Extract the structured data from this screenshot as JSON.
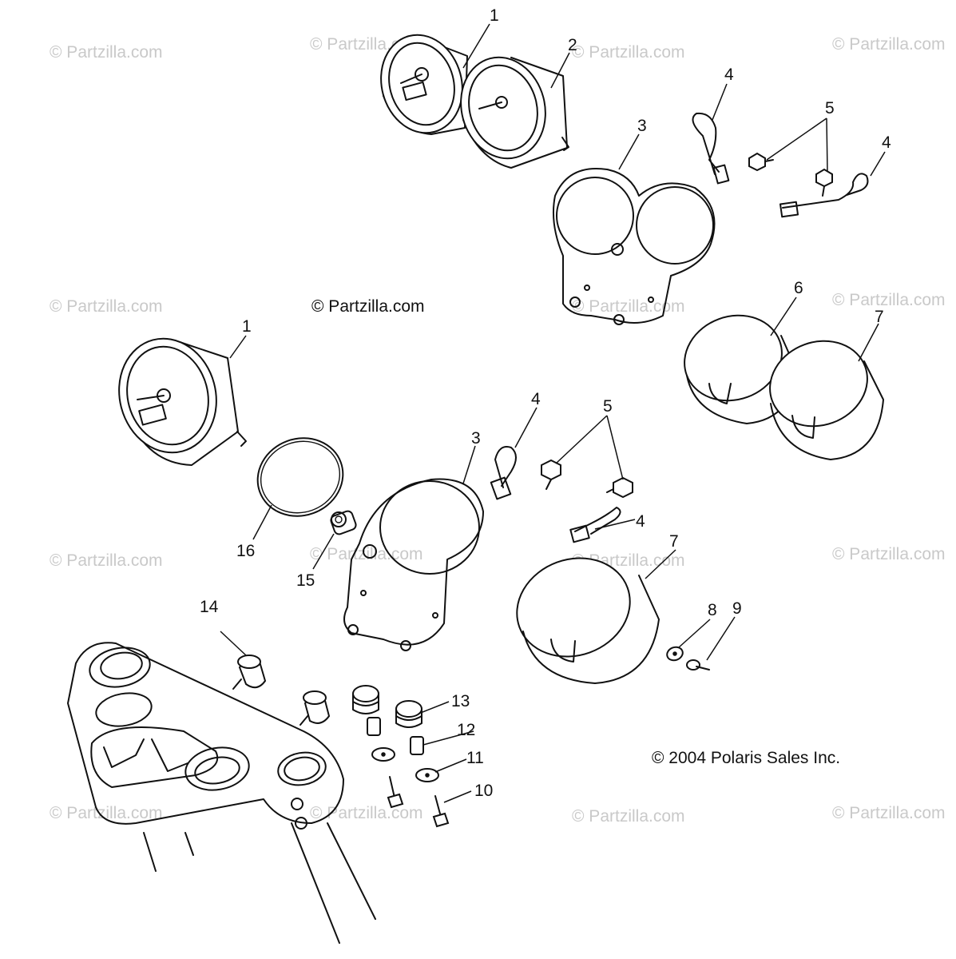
{
  "watermark_text": "© Partzilla.com",
  "center_credit": "© Partzilla.com",
  "copyright": "© 2004 Polaris Sales Inc.",
  "callouts": {
    "top_gauge_1": "1",
    "top_gauge_2": "2",
    "top_bracket_3": "3",
    "top_harness_4a": "4",
    "top_screws_5": "5",
    "top_harness_4b": "4",
    "top_cup_6": "6",
    "top_cup_7": "7",
    "mid_gauge_1": "1",
    "mid_harness_4a": "4",
    "mid_screws_5": "5",
    "mid_bracket_3": "3",
    "mid_harness_4b": "4",
    "mid_cup_7": "7",
    "seal_16": "16",
    "bulb_15": "15",
    "washer_8": "8",
    "bolt_9": "9",
    "grommet_14": "14",
    "grommet_13": "13",
    "spacer_12": "12",
    "washer_11": "11",
    "bolt_10": "10"
  }
}
